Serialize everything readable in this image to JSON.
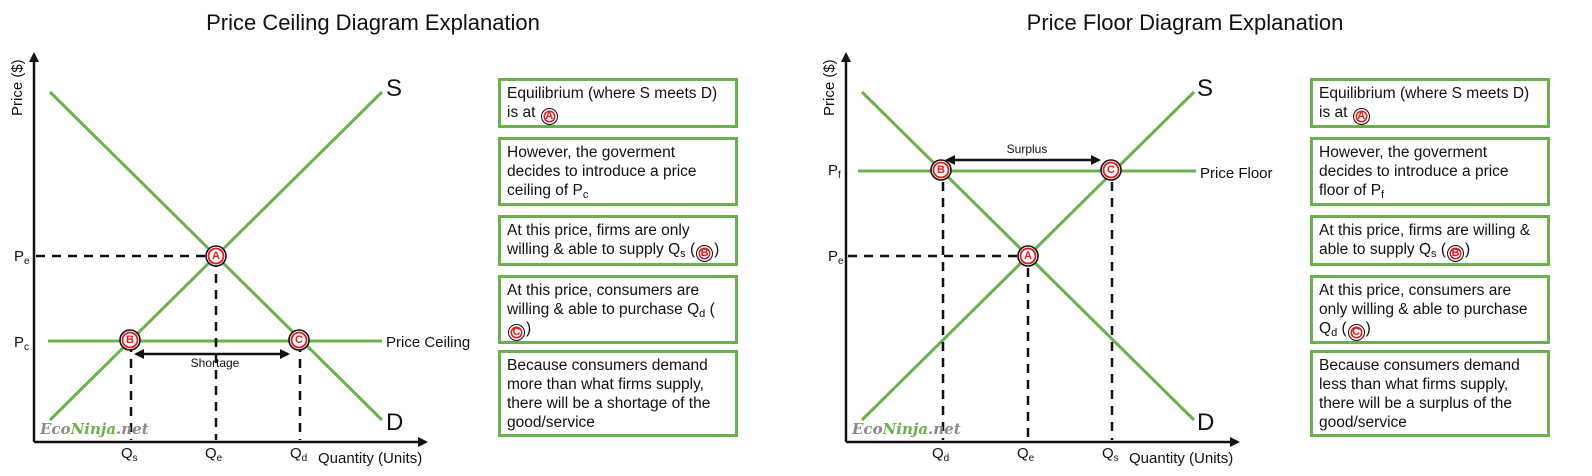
{
  "diagrams": [
    {
      "title": "Price Ceiling Diagram Explanation",
      "y_axis_label": "Price ($)",
      "x_axis_label": "Quantity (Units)",
      "supply_label": "S",
      "demand_label": "D",
      "control_line_label": "Price Ceiling",
      "gap_label": "Shortage",
      "price_ticks": [
        {
          "main": "P",
          "sub": "e"
        },
        {
          "main": "P",
          "sub": "c"
        }
      ],
      "quantity_ticks": [
        {
          "main": "Q",
          "sub": "s"
        },
        {
          "main": "Q",
          "sub": "e"
        },
        {
          "main": "Q",
          "sub": "d"
        }
      ],
      "points": [
        "A",
        "B",
        "C"
      ],
      "watermark": {
        "part1": "Eco",
        "part2": "Ninja",
        "part3": ".net"
      },
      "explanations": [
        {
          "pre": "Equilibrium (where S meets D) is at",
          "badge": "A",
          "sub": "",
          "post": ""
        },
        {
          "pre": "However, the goverment decides to introduce a price ceiling of P",
          "badge": "",
          "sub": "c",
          "post": ""
        },
        {
          "pre": "At this price, firms are only willing & able to supply Q",
          "sub": "s",
          "mid": " (",
          "badge": "B",
          "post": ")"
        },
        {
          "pre": "At this price, consumers are willing & able to purchase Q",
          "sub": "d",
          "mid": " (",
          "badge": "C",
          "post": ")"
        },
        {
          "pre": "Because consumers demand more than what firms supply, there will be a shortage of the good/service",
          "badge": "",
          "sub": "",
          "post": ""
        }
      ]
    },
    {
      "title": "Price Floor Diagram Explanation",
      "y_axis_label": "Price ($)",
      "x_axis_label": "Quantity (Units)",
      "supply_label": "S",
      "demand_label": "D",
      "control_line_label": "Price Floor",
      "gap_label": "Surplus",
      "price_ticks": [
        {
          "main": "P",
          "sub": "f"
        },
        {
          "main": "P",
          "sub": "e"
        }
      ],
      "quantity_ticks": [
        {
          "main": "Q",
          "sub": "d"
        },
        {
          "main": "Q",
          "sub": "e"
        },
        {
          "main": "Q",
          "sub": "s"
        }
      ],
      "points": [
        "A",
        "B",
        "C"
      ],
      "watermark": {
        "part1": "Eco",
        "part2": "Ninja",
        "part3": ".net"
      },
      "explanations": [
        {
          "pre": "Equilibrium (where S meets D) is at",
          "badge": "A",
          "sub": "",
          "post": ""
        },
        {
          "pre": "However, the goverment decides to introduce a price floor of P",
          "badge": "",
          "sub": "f",
          "post": ""
        },
        {
          "pre": "At this price, firms are willing & able to supply Q",
          "sub": "s",
          "mid": " (",
          "badge": "B",
          "post": ")"
        },
        {
          "pre": "At this price, consumers are only willing & able to purchase Q",
          "sub": "d",
          "mid": " (",
          "badge": "C",
          "post": ")"
        },
        {
          "pre": "Because consumers demand less than what firms supply, there will be a surplus of the good/service",
          "badge": "",
          "sub": "",
          "post": ""
        }
      ]
    }
  ],
  "colors": {
    "curve": "#6ab04c",
    "point_letter": "#e01c1c",
    "axis": "#111111",
    "logo_eco": "#8a8a8a",
    "logo_ninja": "#6ab04c"
  }
}
